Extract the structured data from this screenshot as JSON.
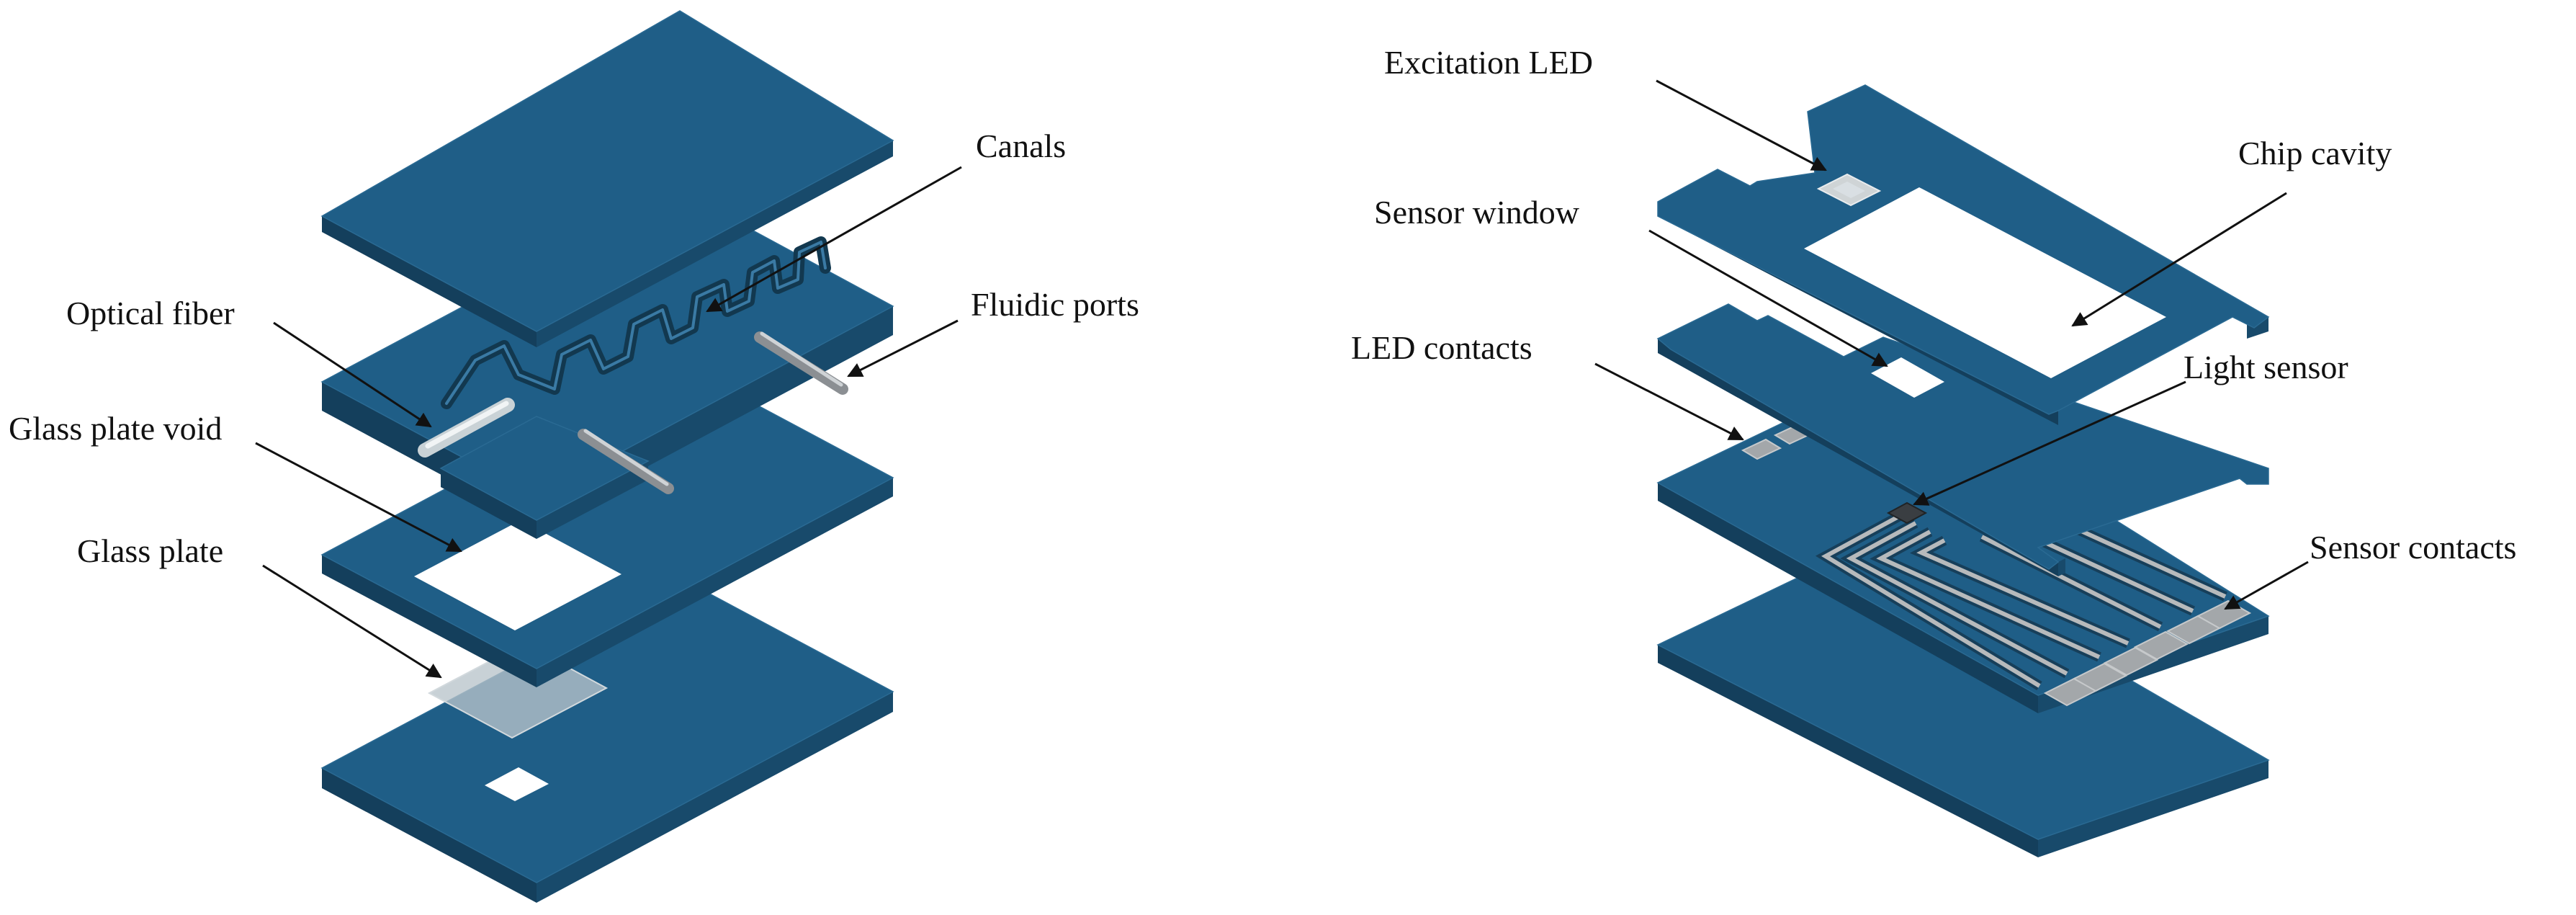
{
  "figure": {
    "left_panel": {
      "labels": {
        "canals": "Canals",
        "fluidic_ports": "Fluidic ports",
        "optical_fiber": "Optical fiber",
        "glass_plate_void": "Glass plate void",
        "glass_plate": "Glass plate"
      }
    },
    "right_panel": {
      "labels": {
        "excitation_led": "Excitation LED",
        "chip_cavity": "Chip cavity",
        "sensor_window": "Sensor window",
        "led_contacts": "LED contacts",
        "light_sensor": "Light sensor",
        "sensor_contacts": "Sensor contacts"
      }
    }
  },
  "colors": {
    "plate_top": "#1f5e87",
    "plate_side": "#143f5c",
    "background": "#ffffff",
    "text": "#111111"
  }
}
